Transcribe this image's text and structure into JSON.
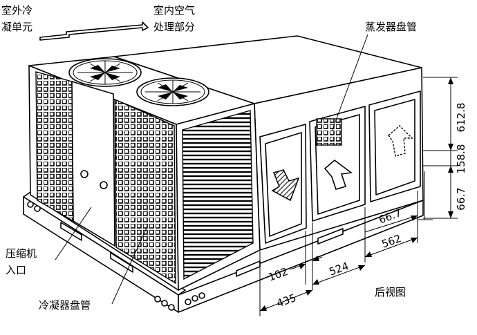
{
  "labels": {
    "outdoor_unit": [
      "室外冷",
      "凝单元"
    ],
    "indoor_unit": [
      "室内空气",
      "处理部分"
    ],
    "evaporator_coil": "蒸发器盘管",
    "compressor_inlet": [
      "压缩机",
      "入口"
    ],
    "condenser_coil": "冷凝器盘管",
    "rear_view": "后视图"
  },
  "dimensions": {
    "height_upper": "612.8",
    "height_lower": "158.8",
    "side_height": "66.7",
    "bottom_offset": "66.7",
    "width_562": "562",
    "width_524": "524",
    "width_102": "102",
    "width_435": "435"
  },
  "icons": [
    "fan-icon",
    "airflow-arrow-icon"
  ]
}
